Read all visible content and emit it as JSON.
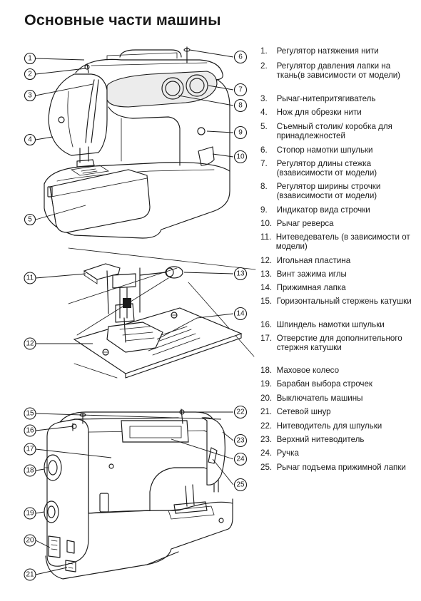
{
  "page": {
    "title": "Основные части машины"
  },
  "callouts": [
    "1",
    "2",
    "3",
    "4",
    "5",
    "6",
    "7",
    "8",
    "9",
    "10",
    "11",
    "12",
    "13",
    "14",
    "15",
    "16",
    "17",
    "18",
    "19",
    "20",
    "21",
    "22",
    "23",
    "24",
    "25"
  ],
  "parts": [
    {
      "num": "1.",
      "label": "Регулятор натяжения нити"
    },
    {
      "num": "2.",
      "label": "Регулятор давления лапки на ткань(в зависимости от модели)"
    },
    {
      "num": "3.",
      "label": "Рычаг-нитепритягиватель"
    },
    {
      "num": "4.",
      "label": "Нож для обрезки нити"
    },
    {
      "num": "5.",
      "label": "Съемный столик/ коробка для принадлежностей"
    },
    {
      "num": "6.",
      "label": "Стопор намотки шпульки"
    },
    {
      "num": "7.",
      "label": "Регулятор длины стежка (взависимости от модели)"
    },
    {
      "num": "8.",
      "label": "Регулятор ширины строчки (взависимости от модели)"
    },
    {
      "num": "9.",
      "label": "Индикатор вида строчки"
    },
    {
      "num": "10.",
      "label": "Рычаг реверса"
    },
    {
      "num": "11.",
      "label": "Нитеведеватель (в зависимости от модели)"
    },
    {
      "num": "12.",
      "label": "Игольная пластина"
    },
    {
      "num": "13.",
      "label": "Винт зажима иглы"
    },
    {
      "num": "14.",
      "label": "Прижимная лапка"
    },
    {
      "num": "15.",
      "label": "Горизонтальный стержень катушки"
    },
    {
      "num": "16.",
      "label": "Шпиндель намотки шпульки"
    },
    {
      "num": "17.",
      "label": "Отверстие для дополнительного стержня катушки"
    },
    {
      "num": "18.",
      "label": "Маховое колесо"
    },
    {
      "num": "19.",
      "label": "Барабан выбора строчек"
    },
    {
      "num": "20.",
      "label": "Выключатель машины"
    },
    {
      "num": "21.",
      "label": "Сетевой шнур"
    },
    {
      "num": "22.",
      "label": "Нитеводитель для шпульки"
    },
    {
      "num": "23.",
      "label": "Верхний нитеводитель"
    },
    {
      "num": "24.",
      "label": "Ручка"
    },
    {
      "num": "25.",
      "label": "Рычаг подъема прижимной лапки"
    }
  ]
}
